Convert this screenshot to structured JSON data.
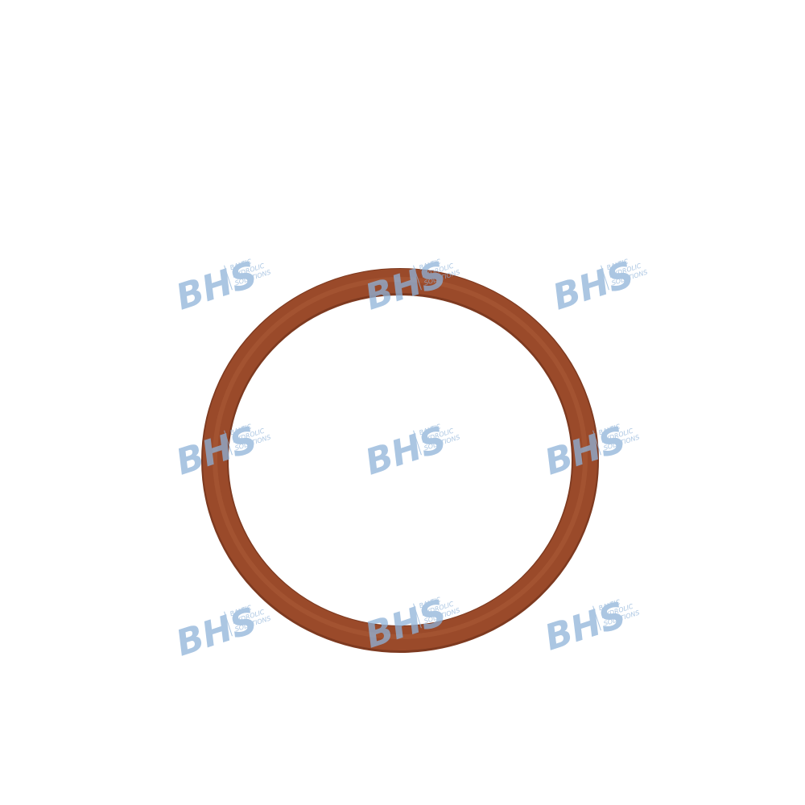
{
  "product": {
    "ring_color": "#9a4a2a",
    "ring_shadow": "#7e3a20",
    "ring_highlight": "#b5643e"
  },
  "watermark": {
    "main_text": "BHS",
    "sub_lines": [
      "BALTIC",
      "HYDROLIC",
      "SOLUTIONS"
    ],
    "color": "#8fb3d9"
  }
}
